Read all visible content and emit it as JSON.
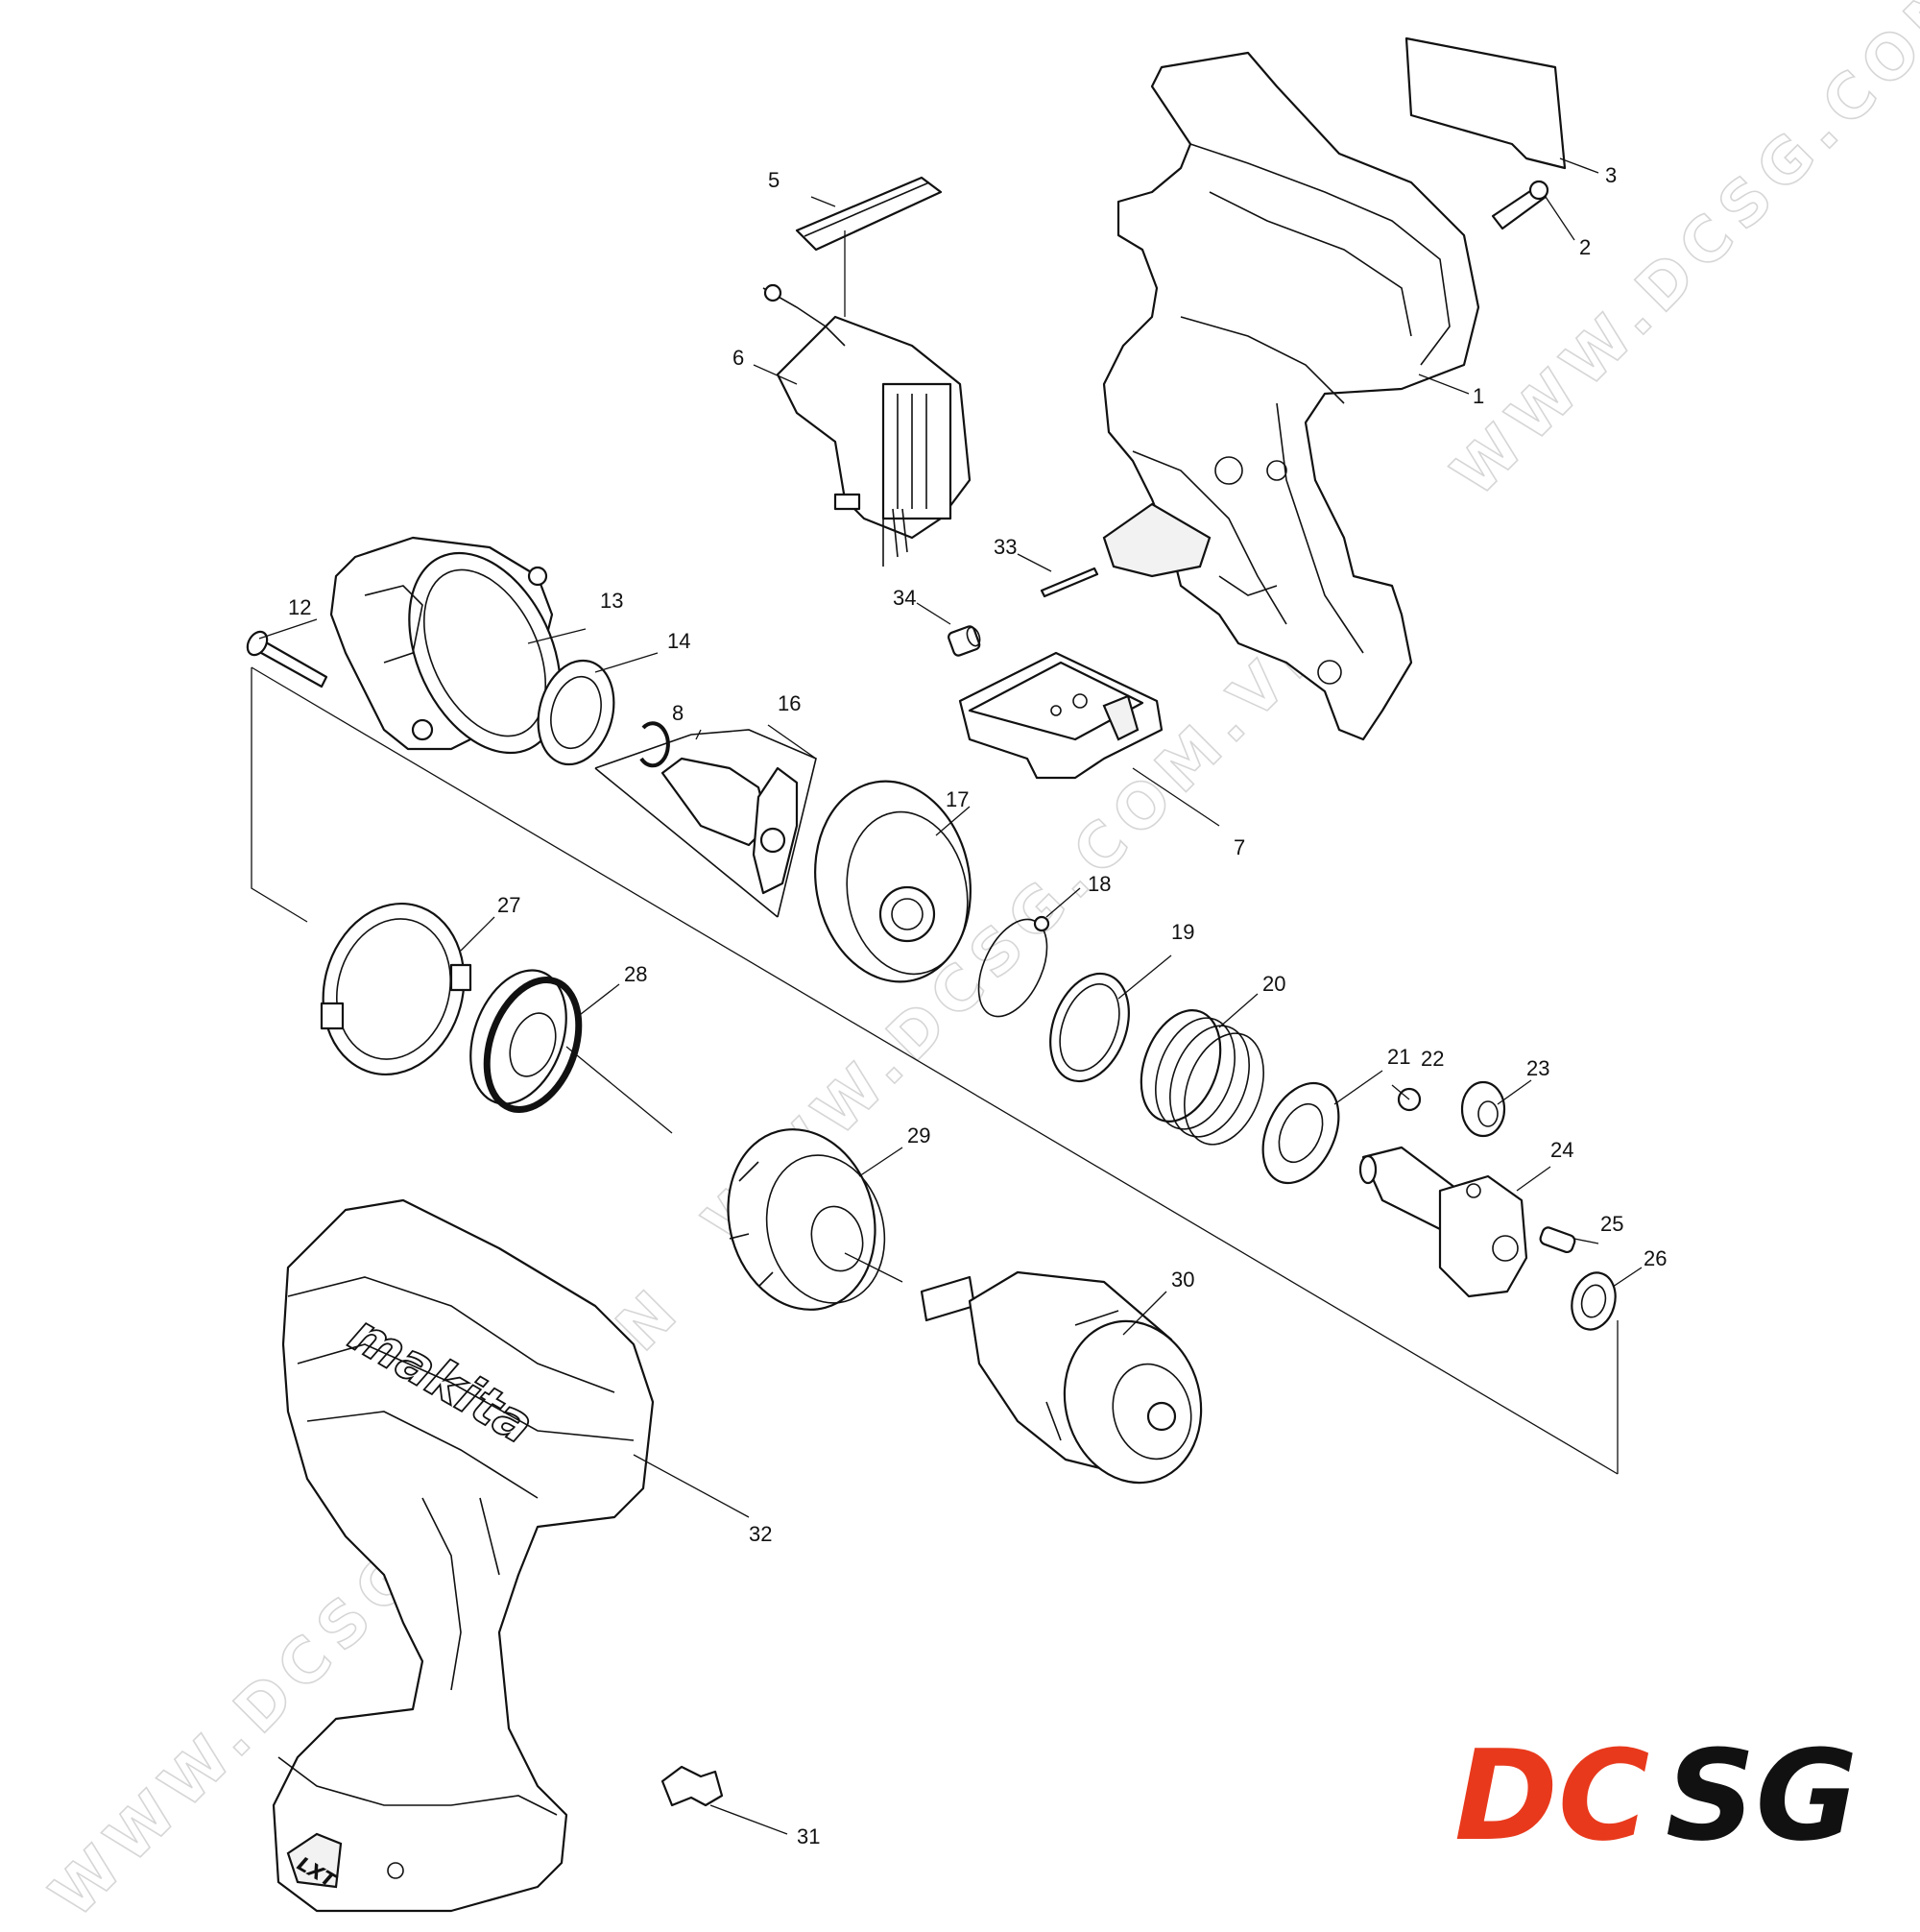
{
  "watermark": "WWW.DCSG.COM.VN",
  "logo": {
    "text_dc": "DC",
    "text_sg": "SG",
    "color_dc": "#e8391c",
    "color_sg": "#111111"
  },
  "tool_marks": {
    "brand": "makita",
    "badge": "LXT"
  },
  "callouts": [
    {
      "id": "c1",
      "label": "1"
    },
    {
      "id": "c2",
      "label": "2"
    },
    {
      "id": "c3",
      "label": "3"
    },
    {
      "id": "c5",
      "label": "5"
    },
    {
      "id": "c6",
      "label": "6"
    },
    {
      "id": "c7",
      "label": "7"
    },
    {
      "id": "c8",
      "label": "8"
    },
    {
      "id": "c12",
      "label": "12"
    },
    {
      "id": "c13",
      "label": "13"
    },
    {
      "id": "c14",
      "label": "14"
    },
    {
      "id": "c16",
      "label": "16"
    },
    {
      "id": "c17",
      "label": "17"
    },
    {
      "id": "c18",
      "label": "18"
    },
    {
      "id": "c19",
      "label": "19"
    },
    {
      "id": "c20",
      "label": "20"
    },
    {
      "id": "c21",
      "label": "21"
    },
    {
      "id": "c22",
      "label": "22"
    },
    {
      "id": "c23",
      "label": "23"
    },
    {
      "id": "c24",
      "label": "24"
    },
    {
      "id": "c25",
      "label": "25"
    },
    {
      "id": "c26",
      "label": "26"
    },
    {
      "id": "c27",
      "label": "27"
    },
    {
      "id": "c28",
      "label": "28"
    },
    {
      "id": "c29",
      "label": "29"
    },
    {
      "id": "c30",
      "label": "30"
    },
    {
      "id": "c31",
      "label": "31"
    },
    {
      "id": "c32",
      "label": "32"
    },
    {
      "id": "c33",
      "label": "33"
    },
    {
      "id": "c34",
      "label": "34"
    }
  ]
}
